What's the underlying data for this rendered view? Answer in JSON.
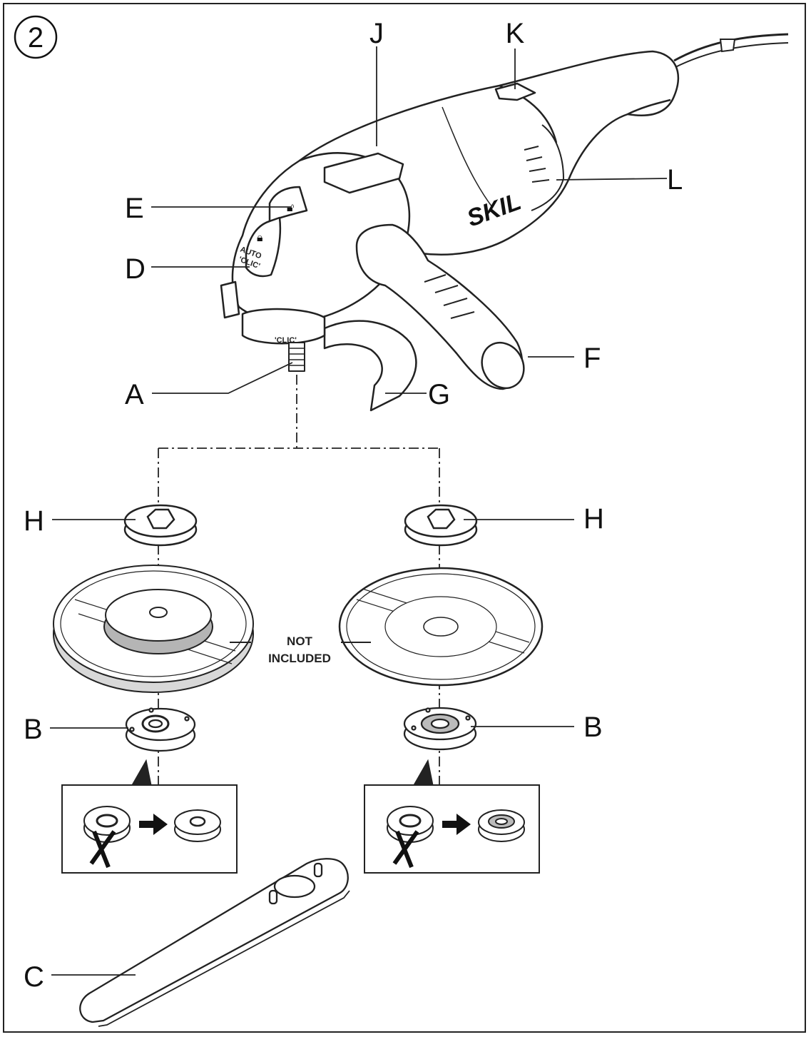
{
  "figure_number": "2",
  "labels": {
    "A": "A",
    "B": "B",
    "C": "C",
    "D": "D",
    "E": "E",
    "F": "F",
    "G": "G",
    "H": "H",
    "J": "J",
    "K": "K",
    "L": "L"
  },
  "not_included": {
    "line1": "NOT",
    "line2": "INCLUDED"
  },
  "brand": "SKIL",
  "clic_marking": "'CLIC'",
  "auto_clic_marking": {
    "line1": "AUTO",
    "line2": "'CLIC'"
  }
}
